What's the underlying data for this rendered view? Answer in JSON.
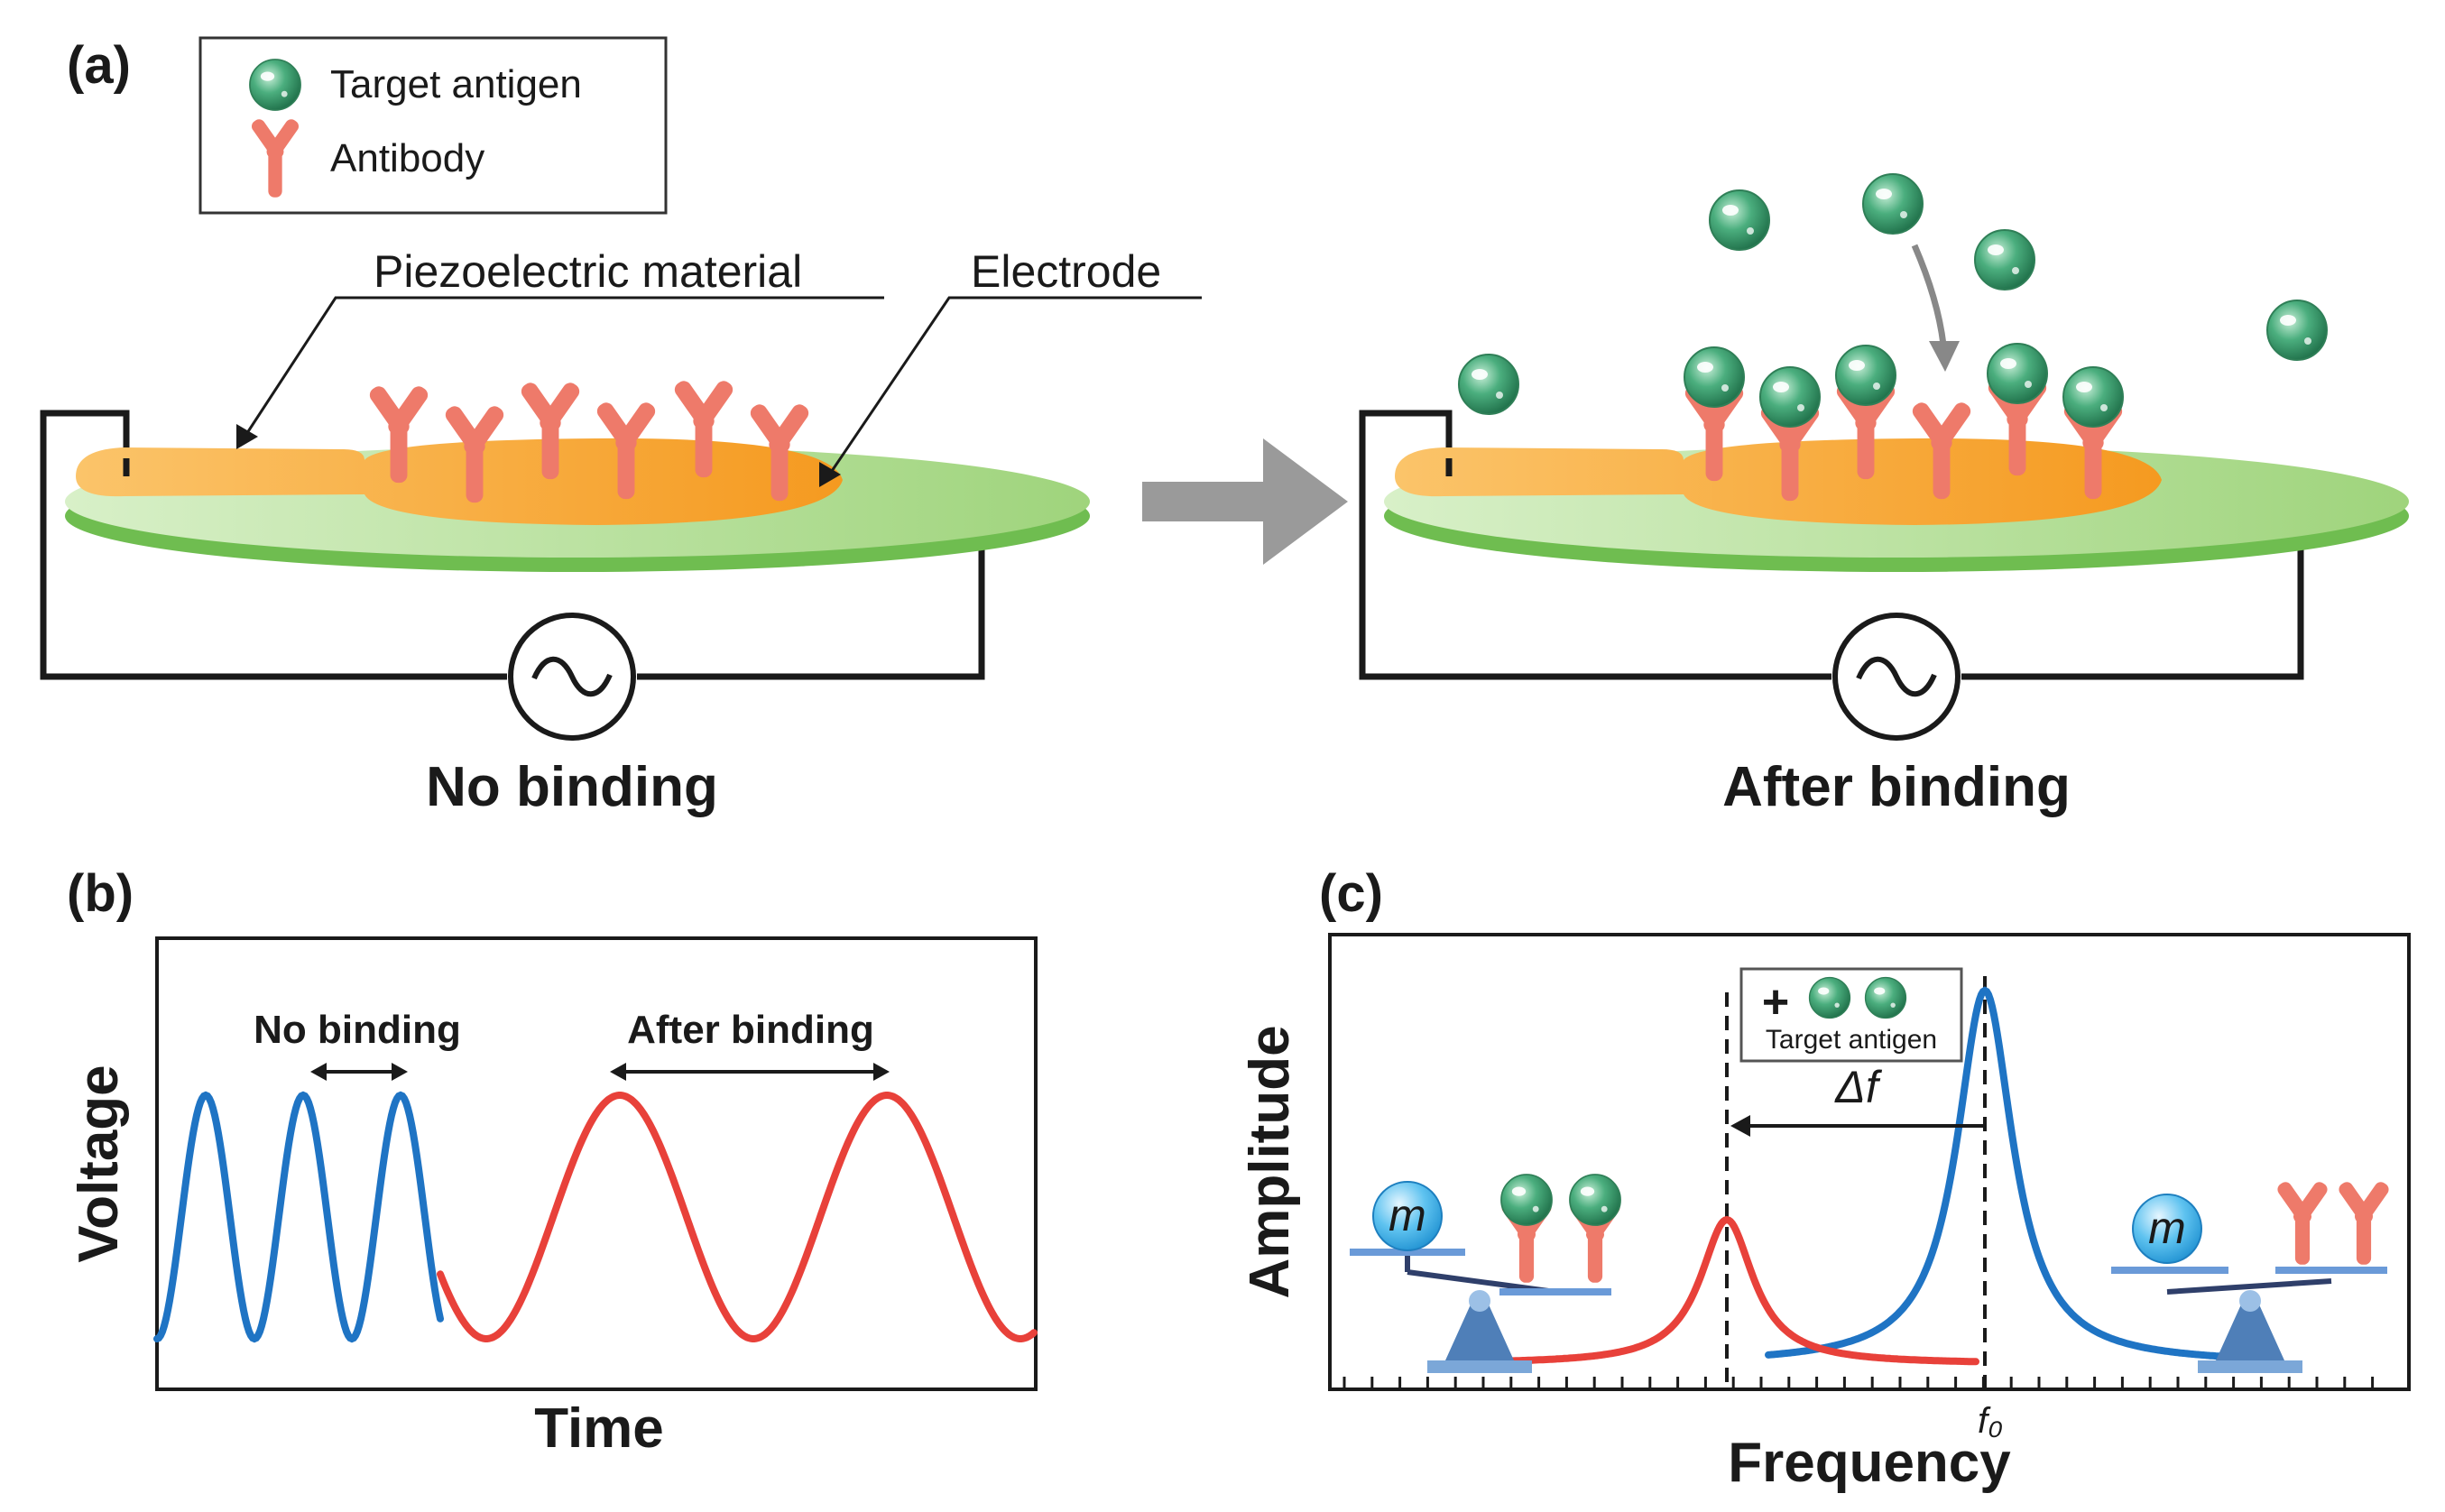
{
  "panel_a": {
    "label": "(a)",
    "legend": {
      "antigen_label": "Target antigen",
      "antibody_label": "Antibody"
    },
    "callouts": {
      "piezo": "Piezoelectric material",
      "electrode": "Electrode"
    },
    "left_caption": "No binding",
    "right_caption": "After binding"
  },
  "panel_b": {
    "label": "(b)",
    "ylabel": "Voltage",
    "xlabel": "Time",
    "bracket_no_binding": "No binding",
    "bracket_after_binding": "After binding"
  },
  "panel_c": {
    "label": "(c)",
    "ylabel": "Amplitude",
    "xlabel": "Frequency",
    "plus_sign": "+",
    "box_label": "Target antigen",
    "delta_label": "Δf",
    "f0_label": "f₀",
    "mass_label_left": "m",
    "mass_label_right": "m"
  },
  "colors": {
    "blue_signal": "#1f74c4",
    "red_signal": "#e8413a",
    "antigen_green": "#3a9a6a",
    "antibody_red": "#ee7a6a",
    "disc_green": "#a8d98a",
    "electrode_orange": "#f7a23a",
    "arrow_gray": "#9a9a9a"
  }
}
